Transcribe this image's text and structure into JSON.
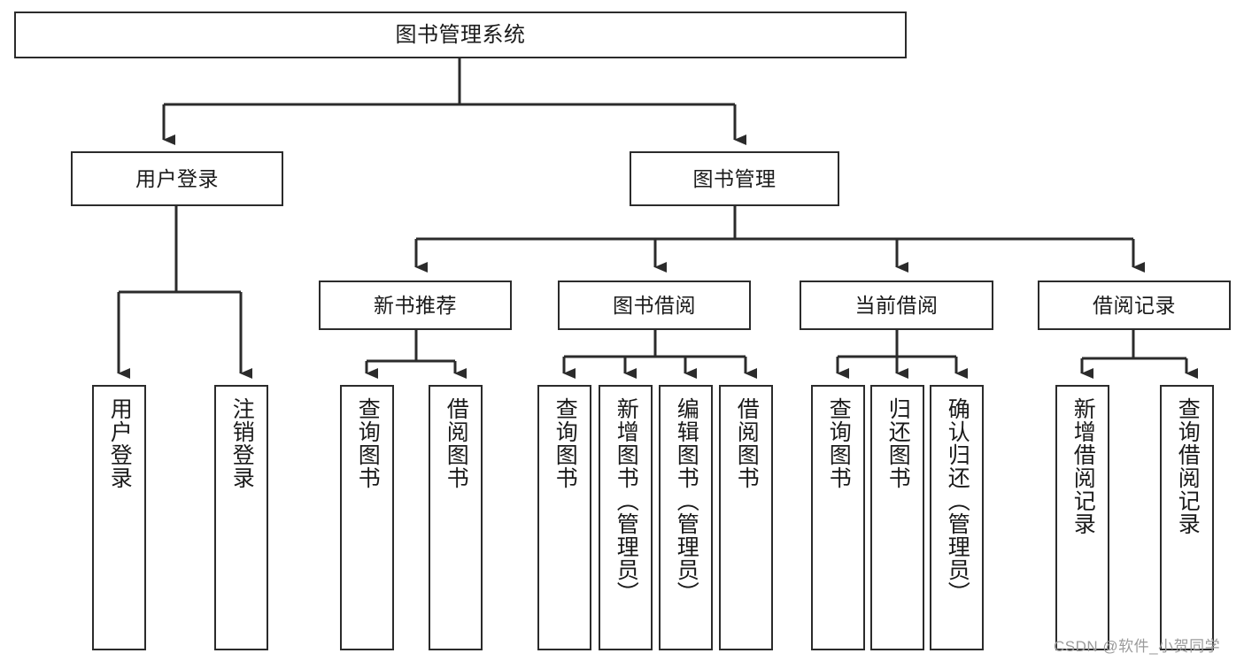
{
  "diagram": {
    "title": "图书管理系统",
    "watermark": "CSDN @软件_小贺同学",
    "colors": {
      "stroke": "#2b2b2b",
      "fill": "#ffffff",
      "text": "#1a1a1a",
      "watermark": "#9b9b9b"
    },
    "nodes": {
      "root": {
        "label": "图书管理系统"
      },
      "level2": [
        {
          "label": "用户登录"
        },
        {
          "label": "图书管理"
        }
      ],
      "level3": [
        {
          "label": "新书推荐"
        },
        {
          "label": "图书借阅"
        },
        {
          "label": "当前借阅"
        },
        {
          "label": "借阅记录"
        }
      ],
      "leaves_user_login": [
        {
          "label": "用户登录"
        },
        {
          "label": "注销登录"
        }
      ],
      "leaves_new_book": [
        {
          "label": "查询图书"
        },
        {
          "label": "借阅图书"
        }
      ],
      "leaves_borrow": [
        {
          "label": "查询图书"
        },
        {
          "label": "新增图书（管理员）"
        },
        {
          "label": "编辑图书（管理员）"
        },
        {
          "label": "借阅图书"
        }
      ],
      "leaves_current": [
        {
          "label": "查询图书"
        },
        {
          "label": "归还图书"
        },
        {
          "label": "确认归还（管理员）"
        }
      ],
      "leaves_record": [
        {
          "label": "新增借阅记录"
        },
        {
          "label": "查询借阅记录"
        }
      ]
    }
  }
}
